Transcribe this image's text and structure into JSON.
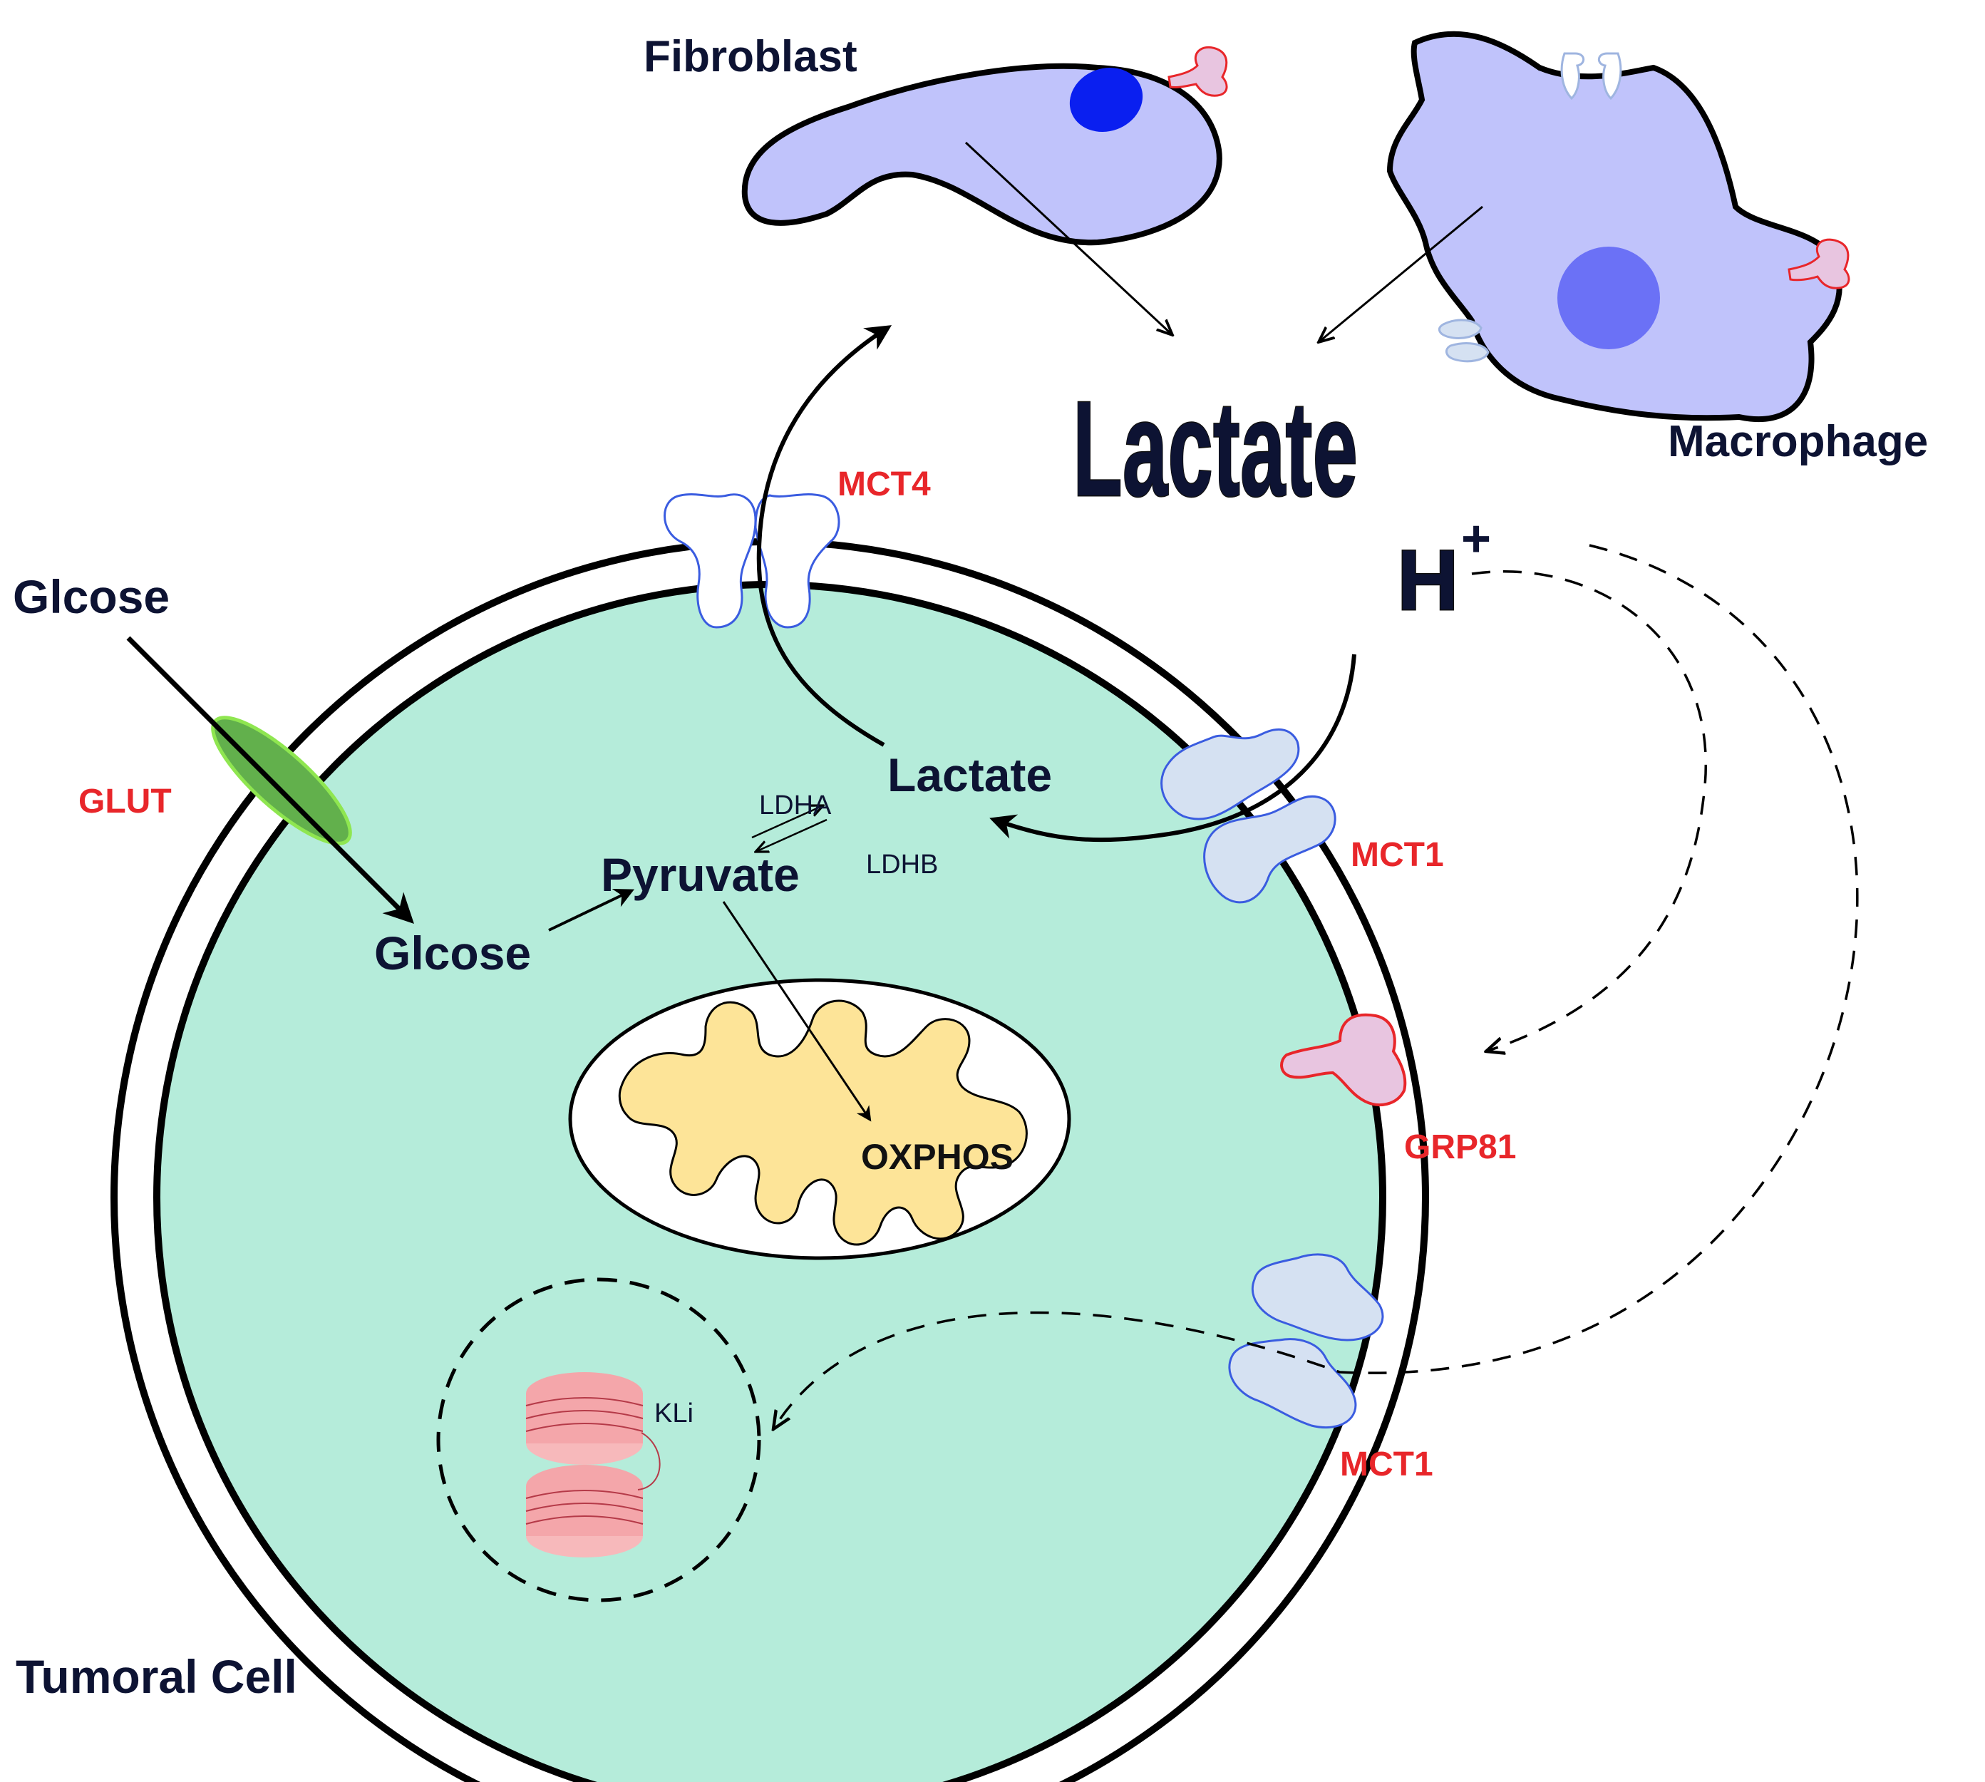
{
  "labels": {
    "fibroblast": "Fibroblast",
    "macrophage": "Macrophage",
    "lactate_extracellular": "Lactate",
    "proton": "H",
    "proton_charge": "+",
    "glucose_outside": "Glcose",
    "glucose_inside": "Glcose",
    "pyruvate": "Pyruvate",
    "lactate_intracellular": "Lactate",
    "ldha": "LDHA",
    "ldhb": "LDHB",
    "oxphos": "OXPHOS",
    "kli": "KLi",
    "tumoral_cell": "Tumoral Cell"
  },
  "transporters": {
    "mct4": "MCT4",
    "glut": "GLUT",
    "mct1_upper": "MCT1",
    "grp81": "GRP81",
    "mct1_lower": "MCT1"
  },
  "colors": {
    "cell_fill": "#b5ecda",
    "immune_cell_fill": "#c0c3fb",
    "fibroblast_nucleus": "#0a1ff0",
    "macrophage_nucleus": "#6b71f6",
    "glut_green": "#62b04c",
    "mct_transporter": "#d5e1f2",
    "receptor_pink": "#e8c5e0",
    "mitochondria_yellow": "#fde498",
    "histone_pink": "#f7b9bb",
    "label_red": "#e8262a",
    "text_dark": "#0d1333"
  }
}
